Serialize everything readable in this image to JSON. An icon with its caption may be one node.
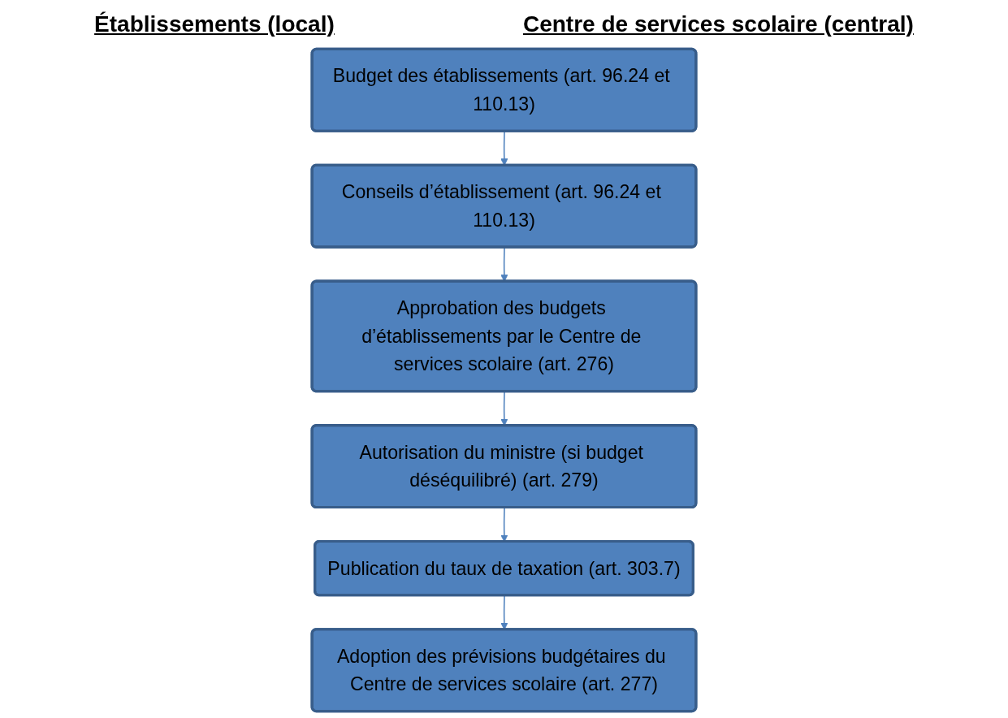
{
  "diagram": {
    "nodes": [
      {
        "text": [
          "Budget des établissements (art. 96.24 et 110.13)"
        ]
      },
      {
        "text": [
          "Conseils d’établissement (art. 96.24 et 110.13)"
        ]
      },
      {
        "text": [
          "Approbation des budgets d’établissements par le Centre de services scolaire (art. 276)"
        ]
      },
      {
        "text": [
          "Autorisation du ministre (si budget déséquilibré) (art. 279)"
        ]
      },
      {
        "text": [
          "Publication du taux de taxation (art. 303.7)"
        ]
      },
      {
        "text": [
          "Adoption des prévisions budgétaires du Centre de services scolaire (art. 277)"
        ]
      }
    ],
    "edges": [
      {
        "from": 0,
        "to": 1,
        "arrow": "to"
      },
      {
        "from": 1,
        "to": 2,
        "arrow": "to"
      },
      {
        "from": 2,
        "to": 3,
        "arrow": "to"
      },
      {
        "from": 3,
        "to": 4,
        "arrow": "to"
      },
      {
        "from": 4,
        "to": 5,
        "arrow": "to"
      }
    ],
    "labels": [
      "Établissements (local)",
      "Centre de services scolaire (central)"
    ]
  }
}
